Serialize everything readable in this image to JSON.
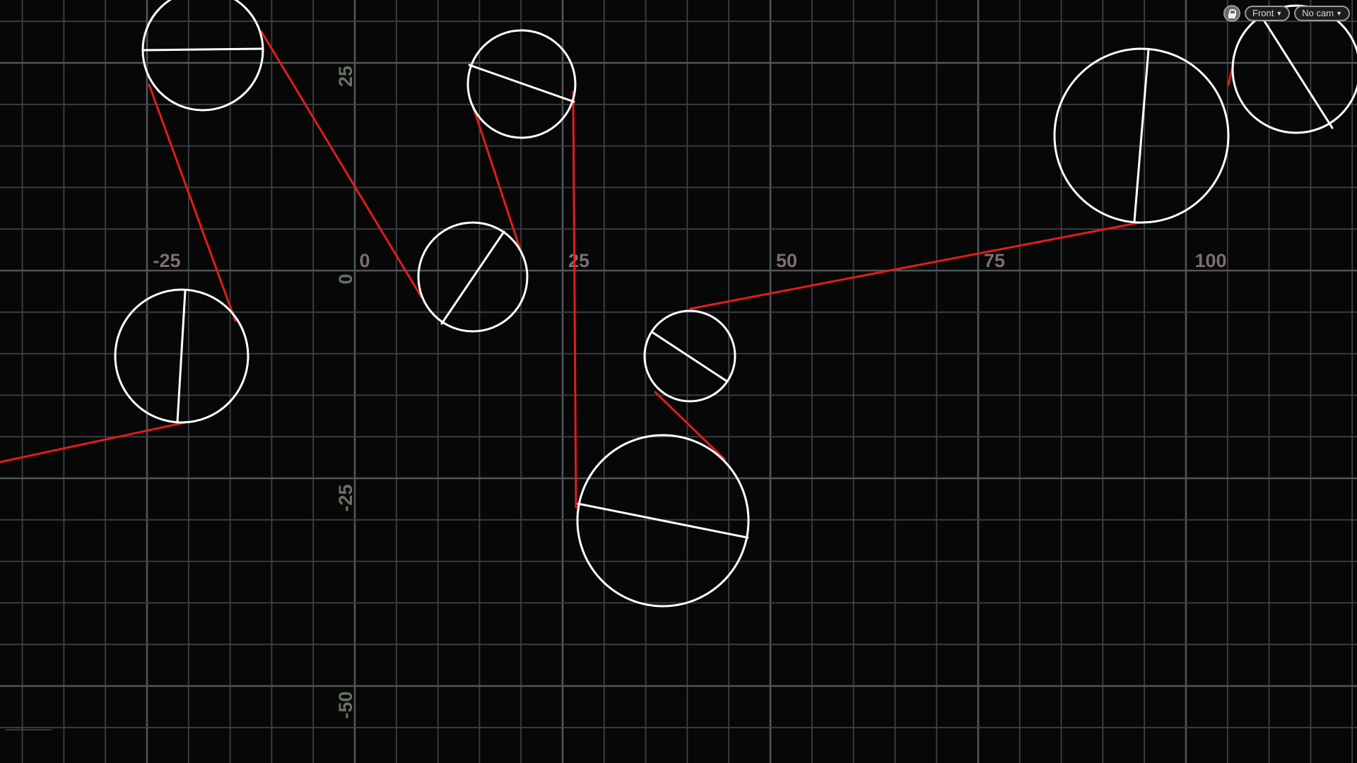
{
  "viewport": {
    "axes": {
      "x_tick_labels": [
        "-25",
        "0",
        "25",
        "50",
        "75",
        "100"
      ],
      "y_tick_labels": [
        "25",
        "0",
        "-25",
        "-50"
      ]
    },
    "colors": {
      "background": "#070707",
      "grid_minor": "#3b4148",
      "grid_major": "#4e555c",
      "circle": "#ffffff",
      "connector": "#e41b1b"
    }
  },
  "toolbar": {
    "lock_icon": "lock-icon",
    "view_label": "Front",
    "camera_label": "No cam",
    "dropdown_icon": "caret-down-icon"
  }
}
